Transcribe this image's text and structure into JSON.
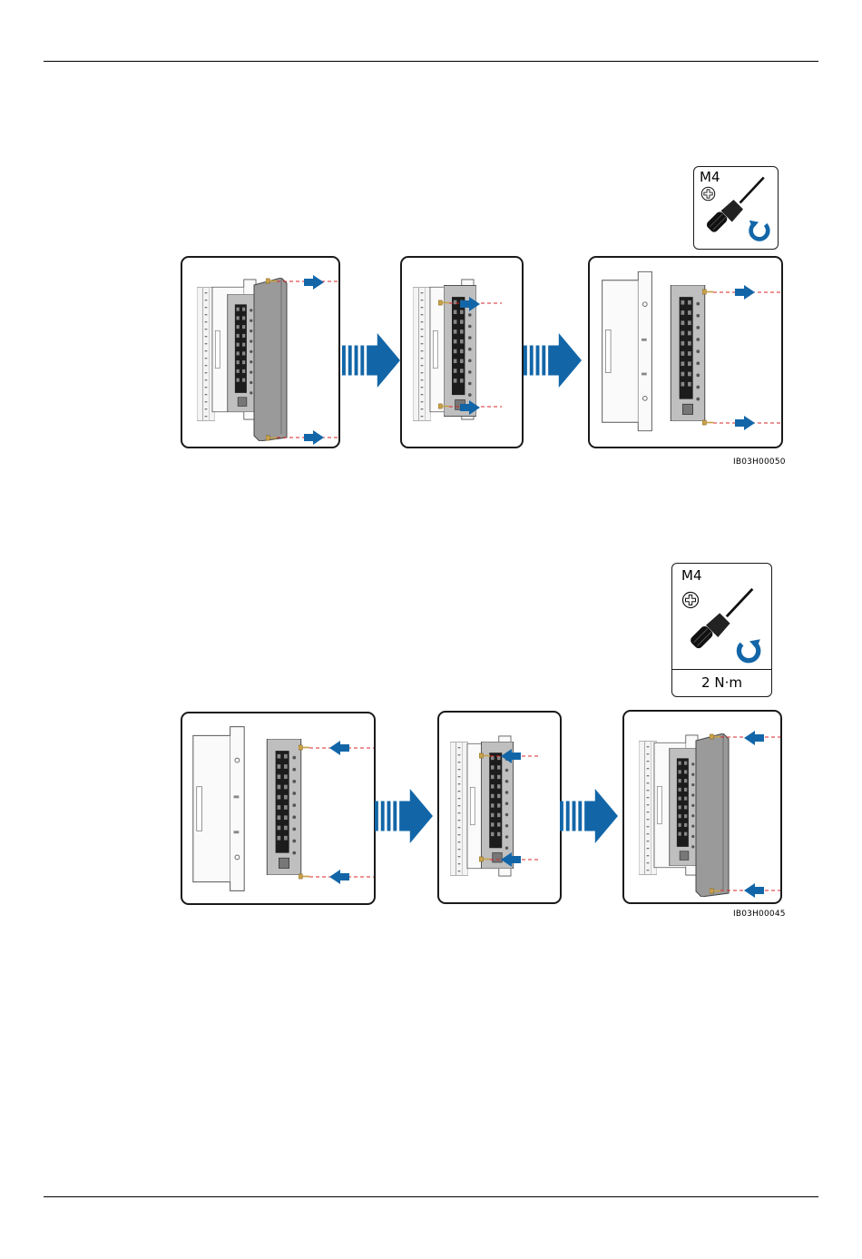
{
  "figure_top": {
    "tool": {
      "screw_size": "M4",
      "tool_icon": "phillips-screwdriver-icon",
      "direction_icon": "counterclockwise-arrow-icon"
    },
    "figure_id": "IB03H00050"
  },
  "figure_bottom": {
    "tool": {
      "screw_size": "M4",
      "torque": "2 N·m",
      "tool_icon": "phillips-screwdriver-icon",
      "direction_icon": "clockwise-arrow-icon"
    },
    "figure_id": "IB03H00045"
  },
  "colors": {
    "arrow_blue": "#1266a8",
    "guide_red": "#d9262a",
    "device_gray": "#9a9a9a"
  }
}
